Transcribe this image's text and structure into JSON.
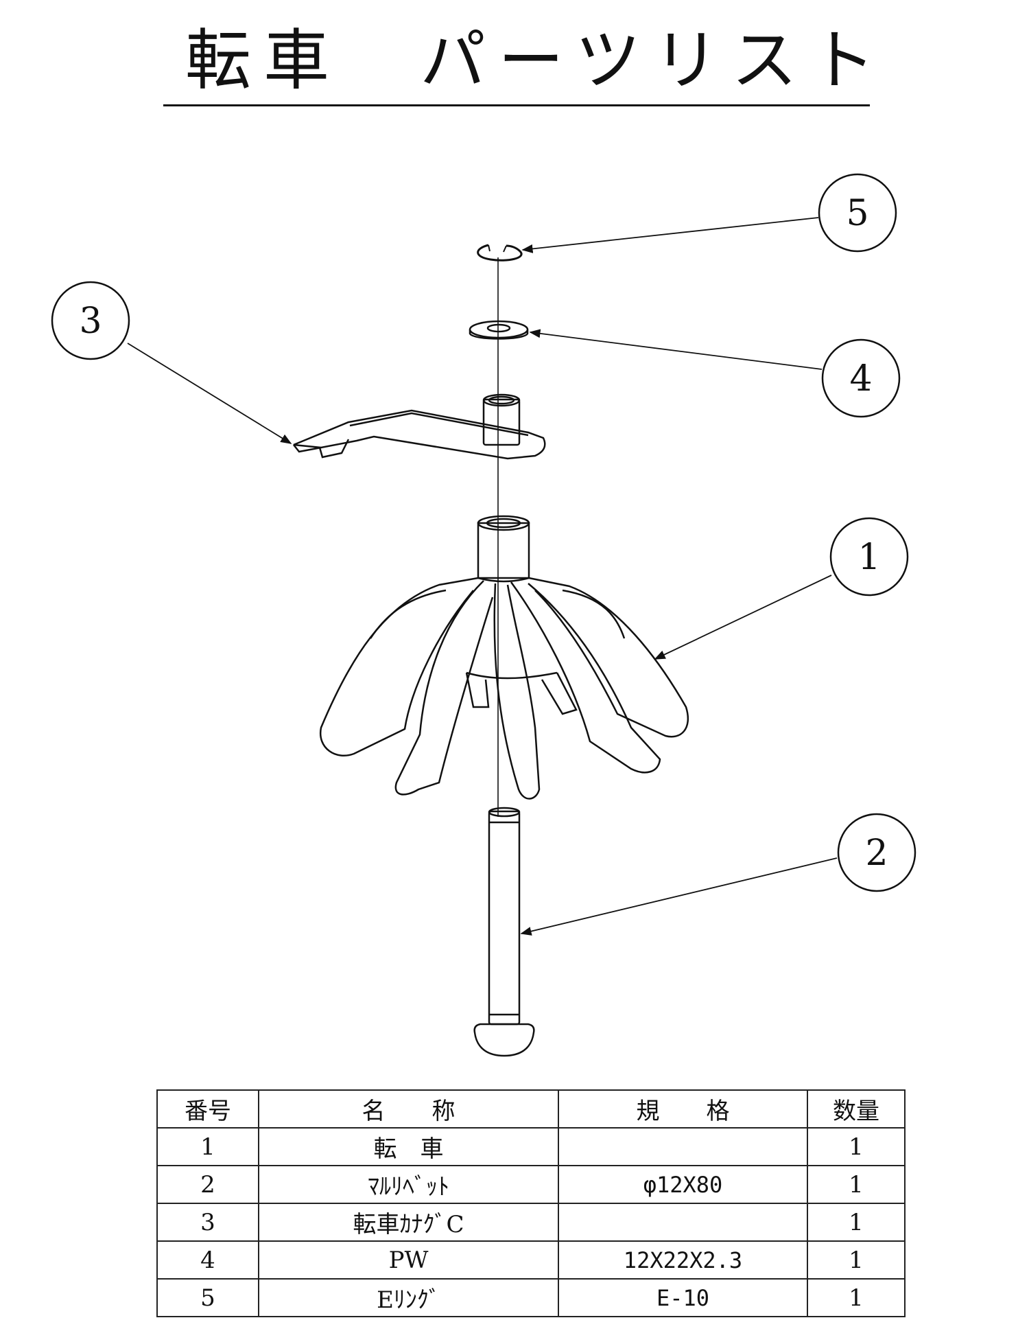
{
  "title": "転車　パーツリスト",
  "callouts": [
    "1",
    "2",
    "3",
    "4",
    "5"
  ],
  "table": {
    "headers": [
      "番号",
      "名　　称",
      "規　　格",
      "数量"
    ],
    "rows": [
      [
        "1",
        "転　車",
        "",
        "1"
      ],
      [
        "2",
        "ﾏﾙﾘﾍﾞｯﾄ",
        "φ12X80",
        "1"
      ],
      [
        "3",
        "転車ｶﾅｸﾞC",
        "",
        "1"
      ],
      [
        "4",
        "PW",
        "12X22X2.3",
        "1"
      ],
      [
        "5",
        "Eﾘﾝｸﾞ",
        "E-10",
        "1"
      ]
    ]
  }
}
